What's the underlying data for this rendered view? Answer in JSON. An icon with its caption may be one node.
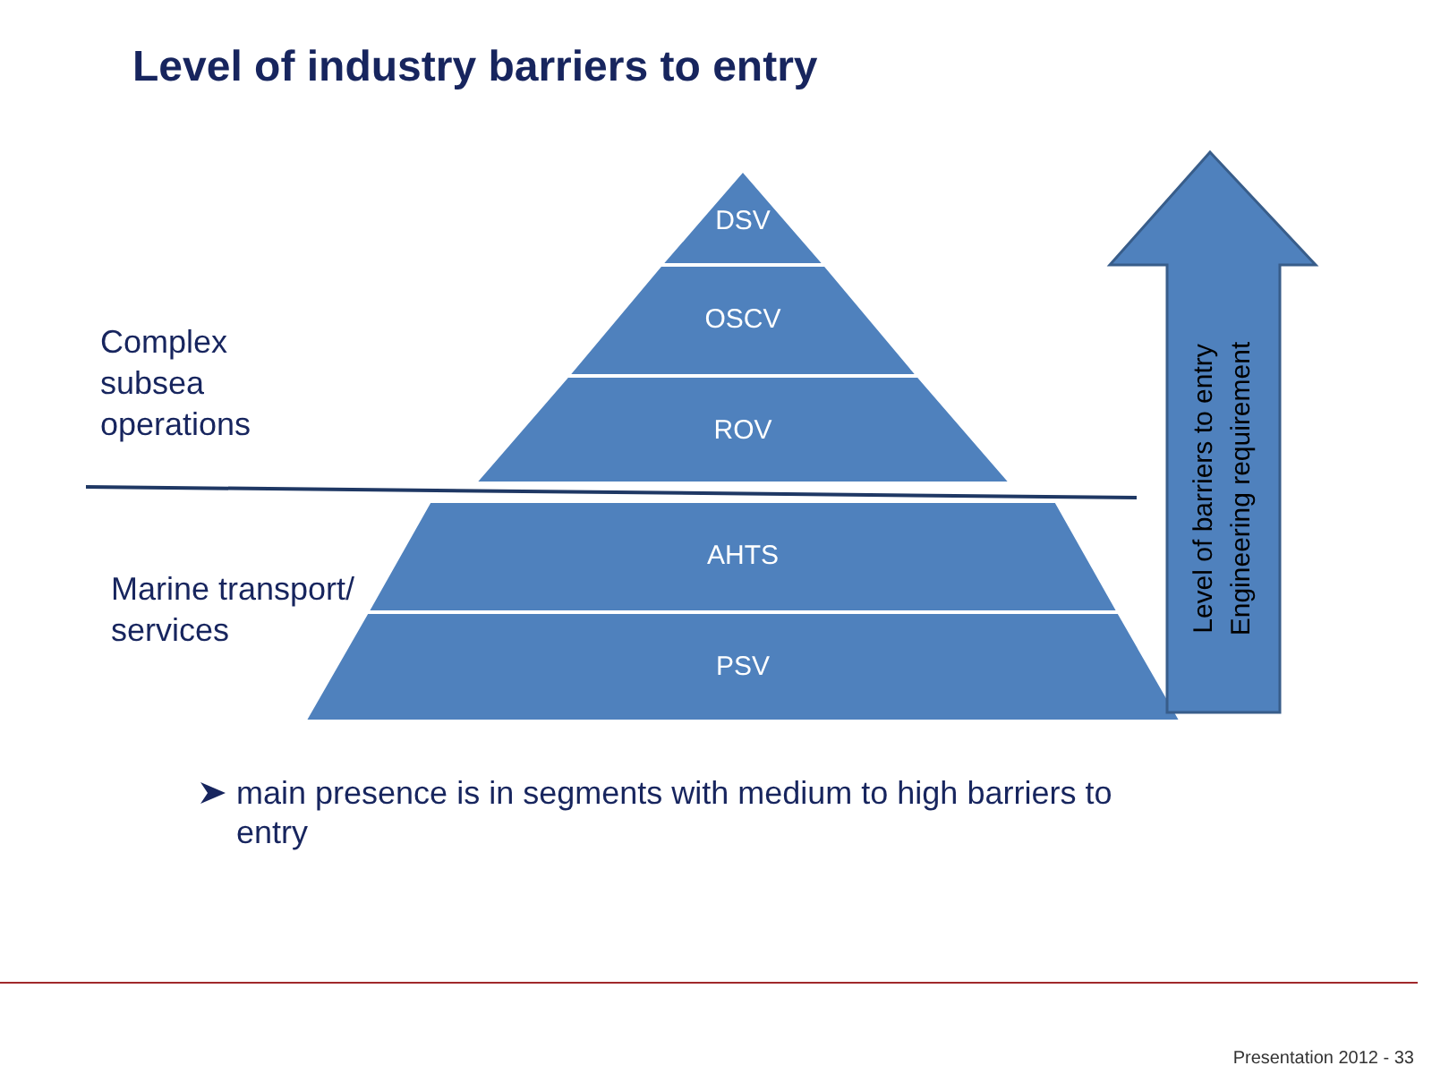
{
  "diagram": {
    "title": "Level of industry barriers to entry",
    "nodes": [
      {
        "text": [
          "DSV"
        ]
      },
      {
        "text": [
          "OSCV"
        ]
      },
      {
        "text": [
          "ROV"
        ]
      },
      {
        "text": [
          "AHTS"
        ]
      },
      {
        "text": [
          "PSV"
        ]
      },
      {
        "text": [
          "Level of barriers to entry",
          "Engineering requirement"
        ]
      }
    ],
    "edges": [],
    "labels": [
      "Complex subsea operations",
      "Marine transport/ services",
      "main presence is in segments with medium to high barriers to entry",
      "Presentation 2012 - 33"
    ]
  }
}
